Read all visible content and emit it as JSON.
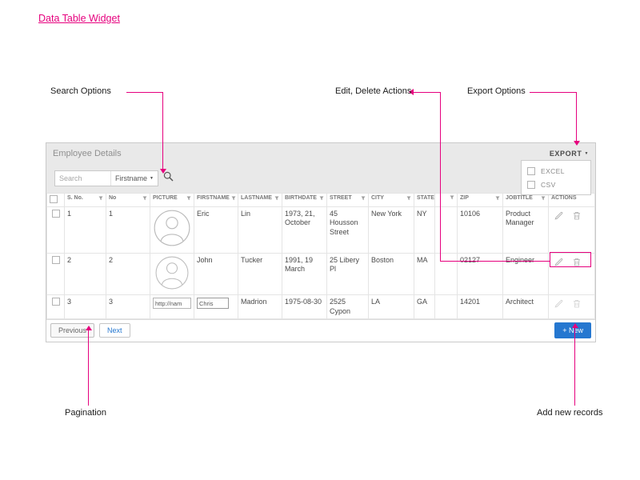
{
  "page": {
    "title": "Data Table Widget"
  },
  "annotations": {
    "search_options": "Search Options",
    "edit_delete_actions": "Edit, Delete Actions",
    "export_options": "Export Options",
    "pagination": "Pagination",
    "add_new_records": "Add new records"
  },
  "widget": {
    "header": {
      "title": "Employee Details",
      "export_label": "EXPORT"
    },
    "export_menu": {
      "options": [
        {
          "label": "EXCEL"
        },
        {
          "label": "CSV"
        }
      ]
    },
    "search": {
      "placeholder": "Search",
      "field": "Firstname"
    },
    "table": {
      "columns": [
        {
          "label": "S. No."
        },
        {
          "label": "No"
        },
        {
          "label": "PICTURE"
        },
        {
          "label": "FIRSTNAME"
        },
        {
          "label": "LASTNAME"
        },
        {
          "label": "BIRTHDATE"
        },
        {
          "label": "STREET"
        },
        {
          "label": "CITY"
        },
        {
          "label": "STATE"
        },
        {
          "label": ""
        },
        {
          "label": "ZIP"
        },
        {
          "label": "JOBTITLE"
        },
        {
          "label": "ACTIONS"
        }
      ],
      "rows": [
        {
          "sno": "1",
          "no": "1",
          "firstname": "Eric",
          "lastname": "Lin",
          "birthdate": "1973, 21, October",
          "street": "45 Housson Street",
          "city": "New York",
          "state": "NY",
          "zip": "10106",
          "jobtitle": "Product Manager"
        },
        {
          "sno": "2",
          "no": "2",
          "firstname": "John",
          "lastname": "Tucker",
          "birthdate": "1991, 19 March",
          "street": "25 Libery Pl",
          "city": "Boston",
          "state": "MA",
          "zip": "02127",
          "jobtitle": "Engineer"
        },
        {
          "sno": "3",
          "no": "3",
          "picture_input": "http://nam",
          "firstname_input": "Chris",
          "lastname": "Madrion",
          "birthdate": "1975-08-30",
          "street": "2525 Cypon",
          "city": "LA",
          "state": "GA",
          "zip": "14201",
          "jobtitle": "Architect"
        }
      ]
    },
    "pagination": {
      "previous_label": "Previous",
      "next_label": "Next"
    },
    "add_new_label": "+ New"
  },
  "colors": {
    "accent_pink": "#e6007e",
    "button_blue": "#2577d0"
  }
}
